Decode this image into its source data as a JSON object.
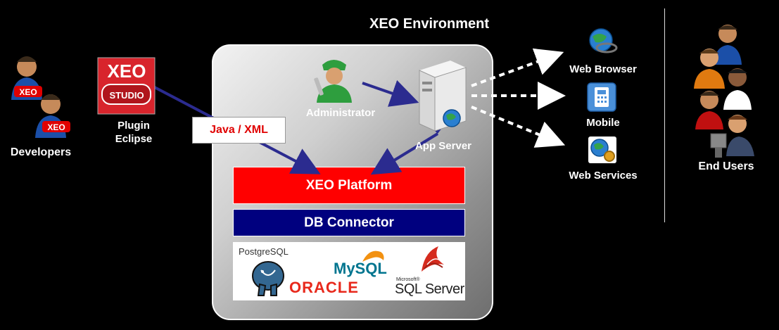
{
  "title": "XEO Environment",
  "developers": {
    "label": "Developers",
    "badge": "XEO"
  },
  "studio": {
    "logo_top": "XEO",
    "logo_bottom": "STUDIO",
    "label_line1": "Plugin",
    "label_line2": "Eclipse"
  },
  "java_xml": "Java / XML",
  "administrator": "Administrator",
  "app_server": "App Server",
  "platform": "XEO Platform",
  "db_connector": "DB Connector",
  "databases": {
    "postgres": "PostgreSQL",
    "mysql": "MySQL",
    "oracle": "ORACLE",
    "sqlserver_small": "Microsoft®",
    "sqlserver": "SQL Server"
  },
  "clients": {
    "web_browser": "Web Browser",
    "mobile": "Mobile",
    "web_services": "Web Services"
  },
  "end_users": "End Users",
  "colors": {
    "platform": "#ff0000",
    "connector": "#00007f",
    "arrow": "#2b2b8f",
    "java_text": "#e00000"
  }
}
